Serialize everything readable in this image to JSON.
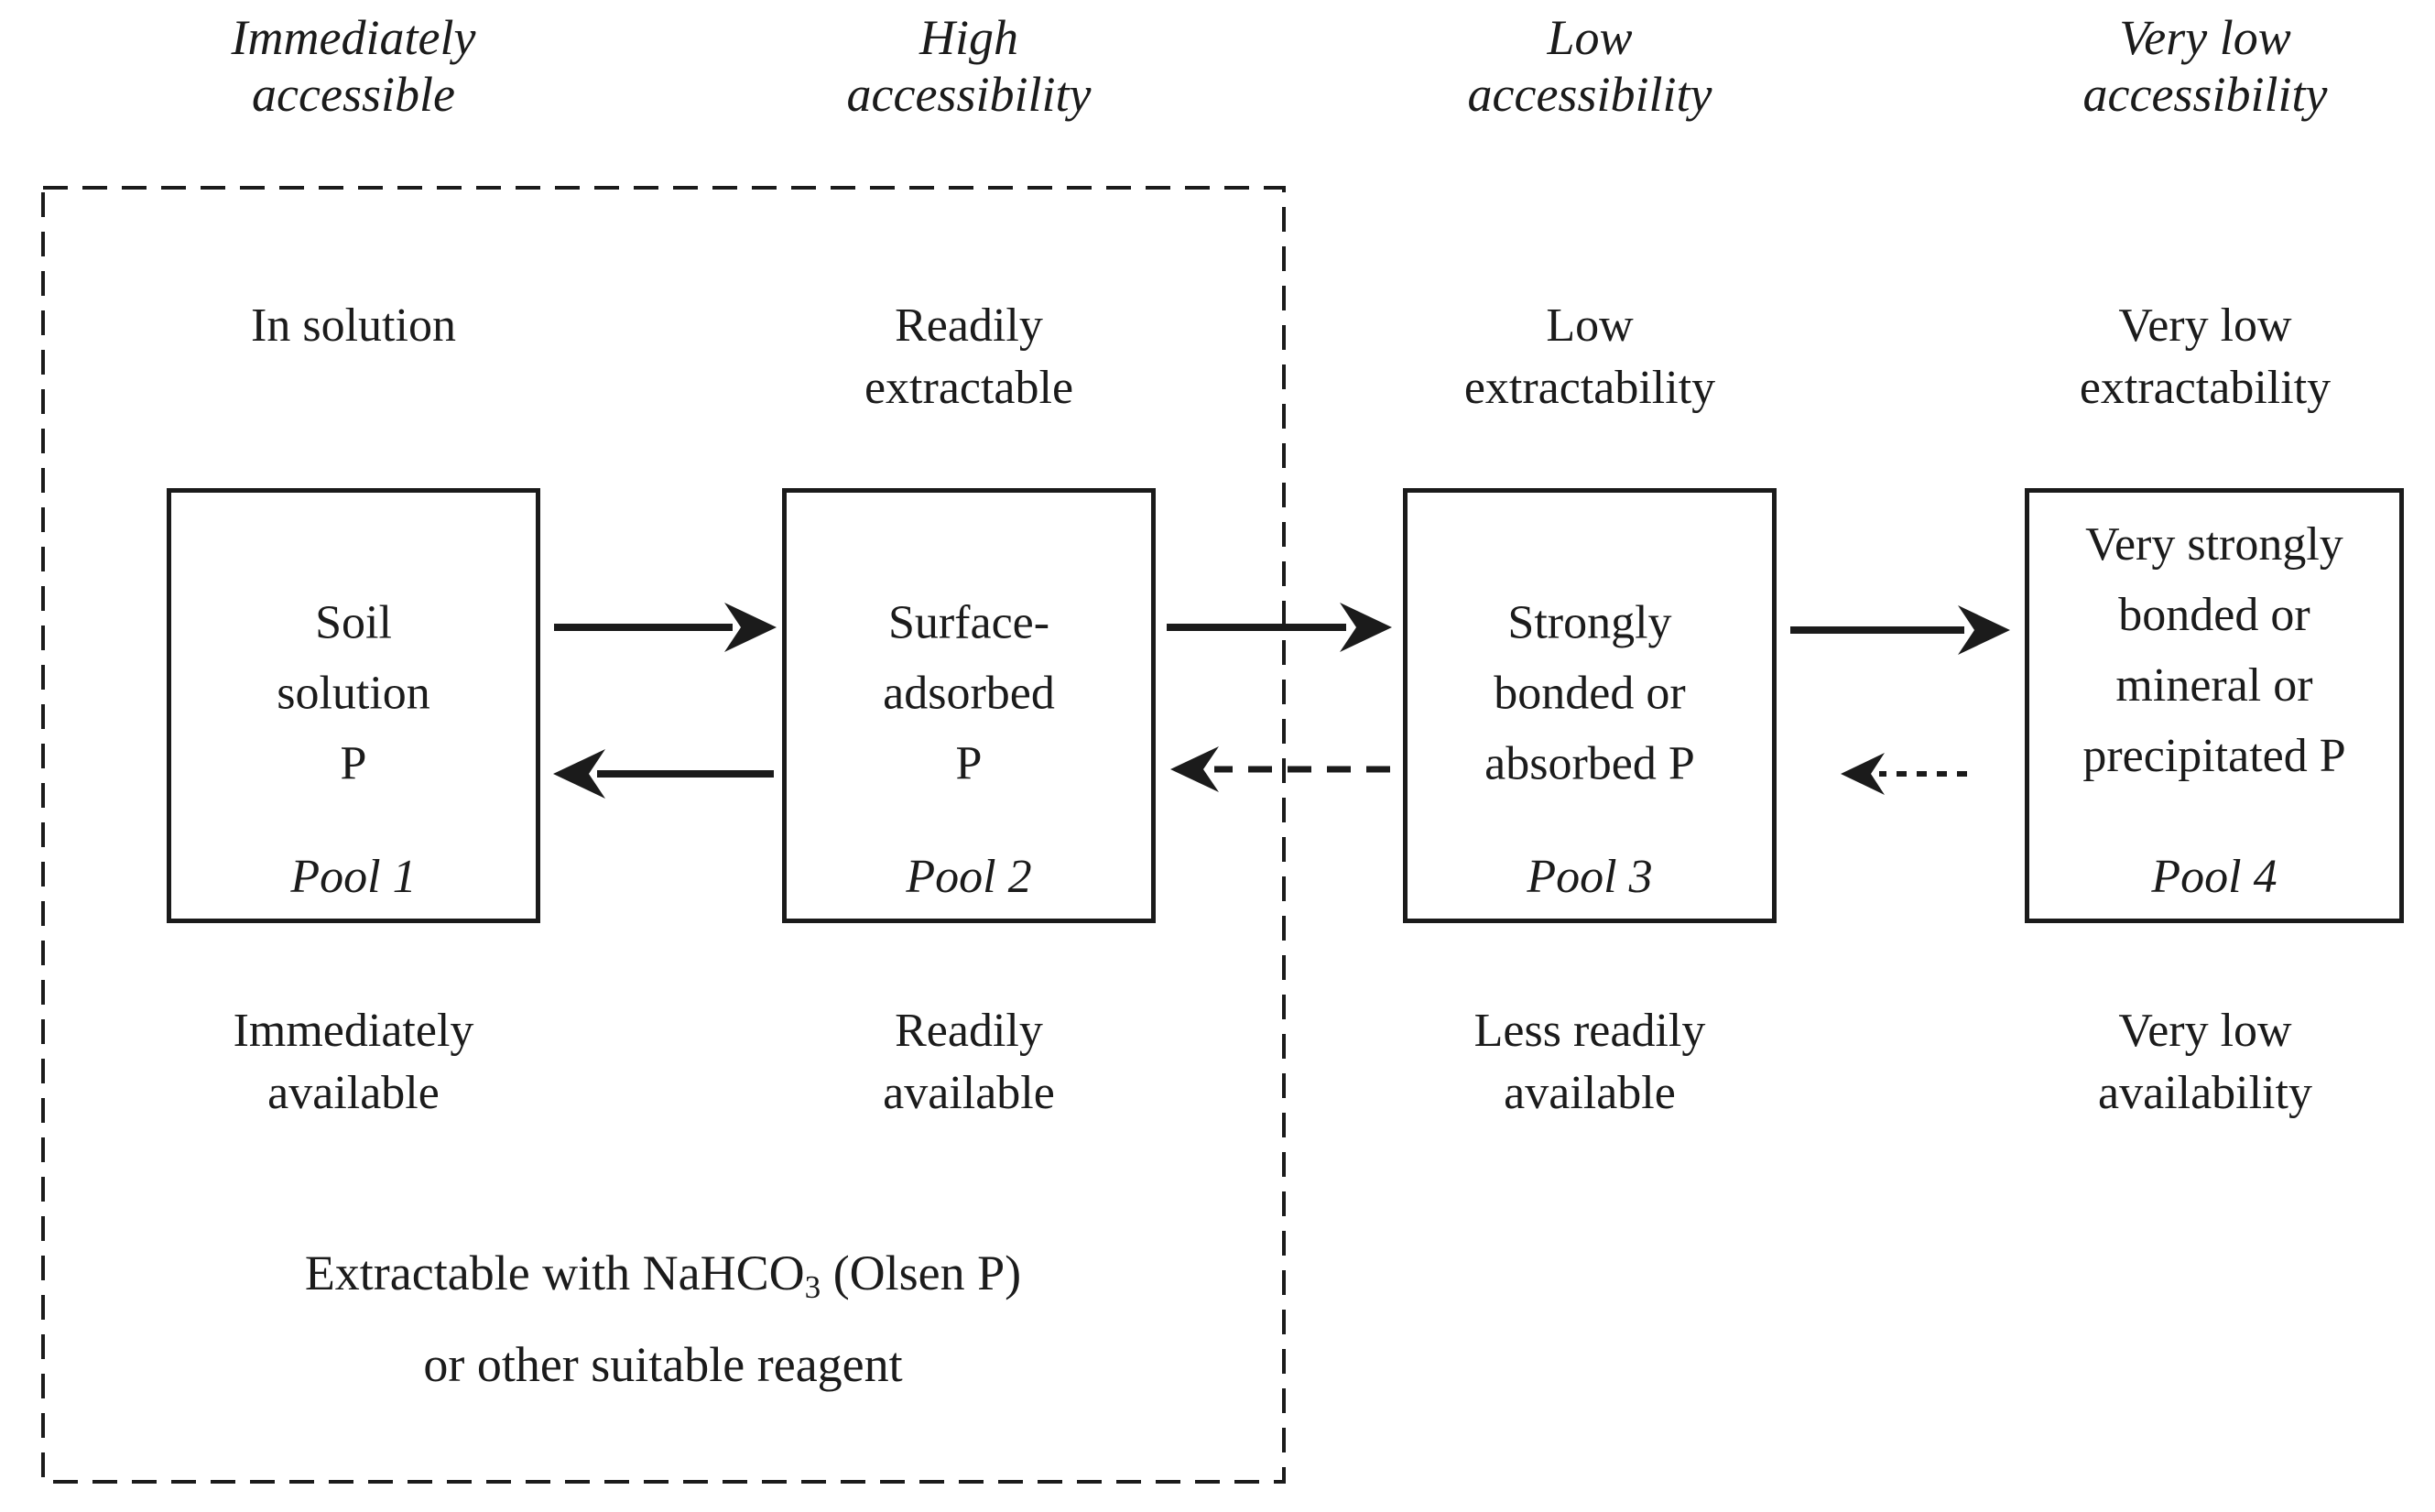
{
  "page": {
    "background": "#ffffff",
    "ink": "#1b1b1b"
  },
  "columns": [
    {
      "accessibility": [
        "Immediately",
        "accessible"
      ],
      "extractability": [
        "In solution"
      ],
      "pool_label": [
        "Soil",
        "solution",
        "P"
      ],
      "pool_name": "Pool 1",
      "availability": [
        "Immediately",
        "available"
      ]
    },
    {
      "accessibility": [
        "High",
        "accessibility"
      ],
      "extractability": [
        "Readily",
        "extractable"
      ],
      "pool_label": [
        "Surface-",
        "adsorbed",
        "P"
      ],
      "pool_name": "Pool 2",
      "availability": [
        "Readily",
        "available"
      ]
    },
    {
      "accessibility": [
        "Low",
        "accessibility"
      ],
      "extractability": [
        "Low",
        "extractability"
      ],
      "pool_label": [
        "Strongly",
        "bonded or",
        "absorbed P"
      ],
      "pool_name": "Pool 3",
      "availability": [
        "Less readily",
        "available"
      ]
    },
    {
      "accessibility": [
        "Very low",
        "accessibility"
      ],
      "extractability": [
        "Very low",
        "extractability"
      ],
      "pool_label": [
        "Very strongly",
        "bonded or",
        "mineral or",
        "precipitated P"
      ],
      "pool_name": "Pool 4",
      "availability": [
        "Very low",
        "availability"
      ]
    }
  ],
  "note": {
    "line1_pre": "Extractable with NaHCO",
    "line1_sub": "3",
    "line1_post": " (Olsen P)",
    "line2": "or other suitable reagent"
  },
  "arrows": [
    {
      "name": "pool1-to-pool2",
      "style": "solid",
      "direction": "right"
    },
    {
      "name": "pool2-to-pool1",
      "style": "solid",
      "direction": "left"
    },
    {
      "name": "pool2-to-pool3",
      "style": "solid",
      "direction": "right"
    },
    {
      "name": "pool3-to-pool2",
      "style": "dashed",
      "direction": "left"
    },
    {
      "name": "pool3-to-pool4",
      "style": "solid",
      "direction": "right"
    },
    {
      "name": "pool4-to-pool3",
      "style": "dotted",
      "direction": "left"
    }
  ],
  "dashed_region": {
    "name": "olsen-extractable-region"
  }
}
